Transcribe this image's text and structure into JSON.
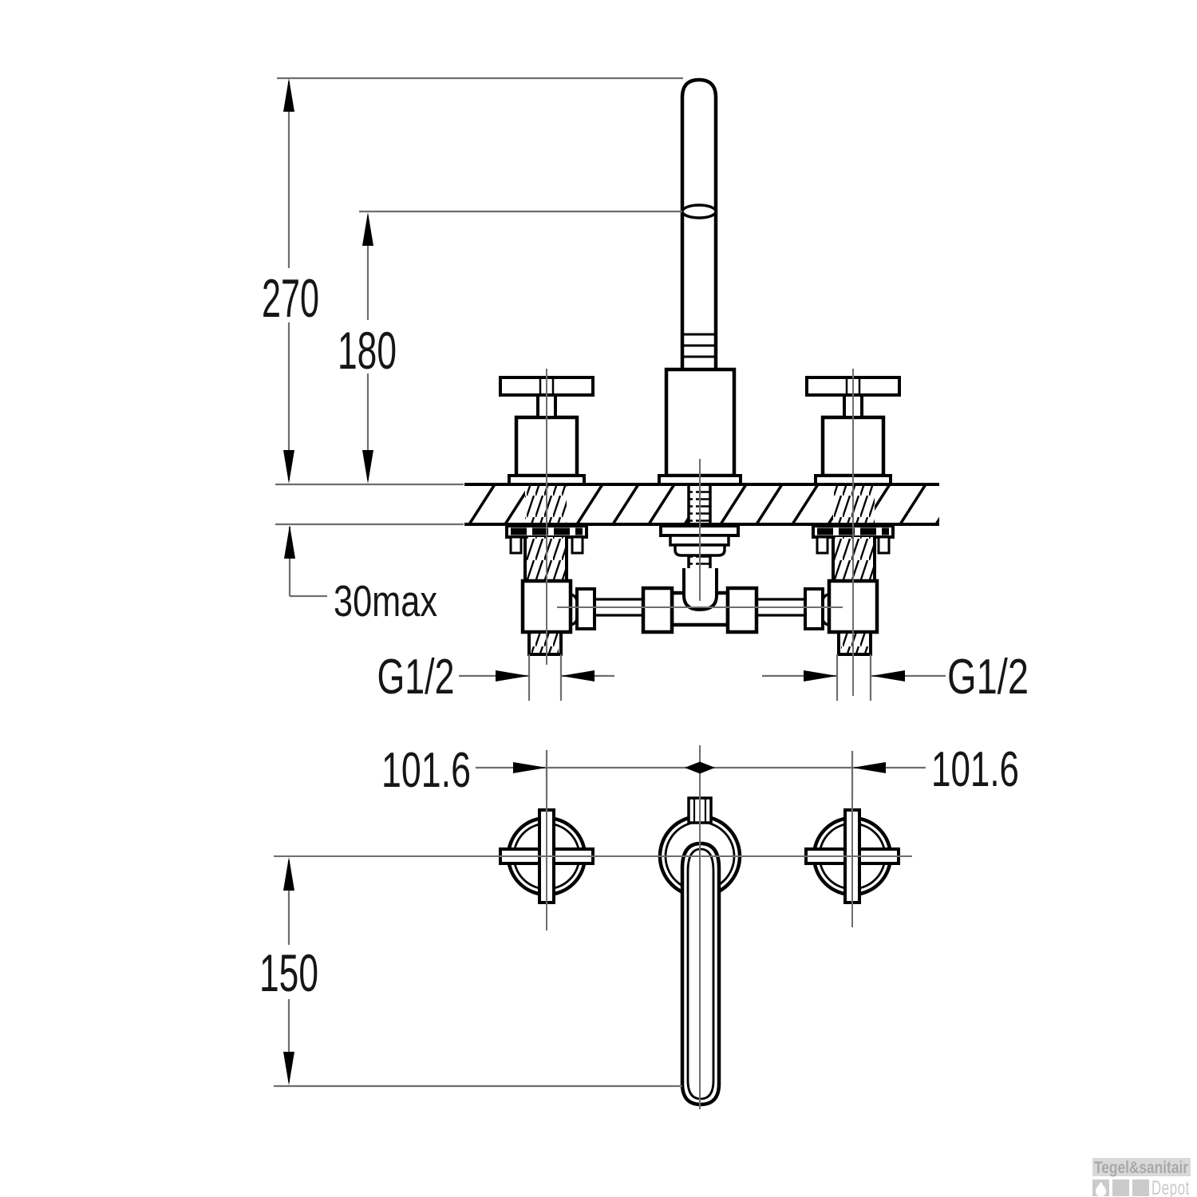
{
  "drawing": {
    "type": "technical-dimension-drawing",
    "subject": "3-hole basin mixer tap, elevation and plan views",
    "views": {
      "elevation": {
        "dim_total_height": "270",
        "dim_spout_outlet_height": "180",
        "dim_deck_thickness": "30max",
        "dim_thread_left": "G1/2",
        "dim_thread_right": "G1/2"
      },
      "plan": {
        "dim_spacing_left": "101.6",
        "dim_spacing_right": "101.6",
        "dim_spout_reach": "150"
      }
    },
    "colors": {
      "outline": "#000000",
      "dimension_line": "#6e6e6e",
      "background": "#ffffff"
    }
  },
  "watermark": {
    "brand": "Tegel&sanitair",
    "suffix": "Depot",
    "banner_bg": "#d9d9d9",
    "brand_color": "#a9a9a9",
    "suffix_color": "#c9c9c9",
    "square_color": "#cbcbcb"
  }
}
